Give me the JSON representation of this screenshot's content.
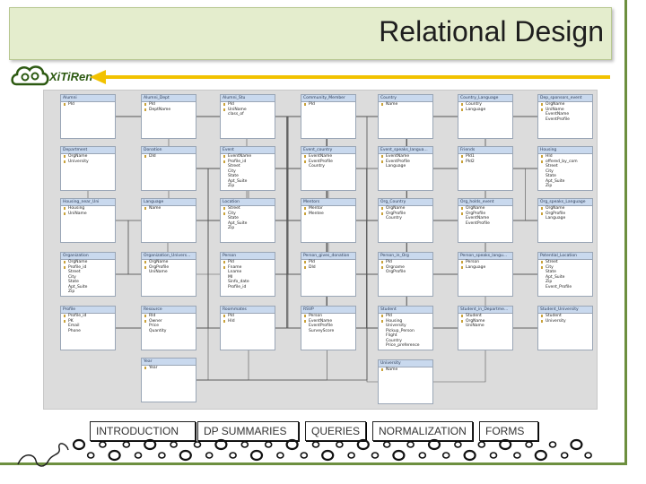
{
  "title": "Relational Design",
  "logo": {
    "text": "XiTiRen"
  },
  "tables": [
    {
      "name": "Alumni",
      "fields": [
        "PId"
      ]
    },
    {
      "name": "Alumni_Dept",
      "fields": [
        "PId",
        "DeptName"
      ]
    },
    {
      "name": "Alumni_Stu",
      "fields": [
        "PId",
        "UniName",
        "class_of"
      ]
    },
    {
      "name": "Community_Member",
      "fields": [
        "PId"
      ]
    },
    {
      "name": "Country",
      "fields": [
        "Name"
      ]
    },
    {
      "name": "Country_Language",
      "fields": [
        "Country",
        "Language"
      ]
    },
    {
      "name": "Dep_sponsors_event",
      "fields": [
        "OrgName",
        "UniName",
        "EventName",
        "EventProfile"
      ]
    },
    {
      "name": "Department",
      "fields": [
        "OrgName",
        "University"
      ]
    },
    {
      "name": "Donation",
      "fields": [
        "DId"
      ]
    },
    {
      "name": "Event",
      "fields": [
        "EventName",
        "Profile_id",
        "Street",
        "City",
        "State",
        "Apt_Suite",
        "Zip"
      ]
    },
    {
      "name": "Event_country",
      "fields": [
        "EventName",
        "EventProfile",
        "Country"
      ]
    },
    {
      "name": "Event_speaks_langua...",
      "fields": [
        "EventName",
        "EventProfile",
        "Language"
      ]
    },
    {
      "name": "Friends",
      "fields": [
        "PId1",
        "PId2"
      ]
    },
    {
      "name": "Housing",
      "fields": [
        "HId",
        "offered_by_com",
        "Street",
        "City",
        "State",
        "Apt_Suite",
        "Zip"
      ]
    },
    {
      "name": "Housing_near_Uni",
      "fields": [
        "Housing",
        "UniName"
      ]
    },
    {
      "name": "Language",
      "fields": [
        "Name"
      ]
    },
    {
      "name": "Location",
      "fields": [
        "Street",
        "City",
        "State",
        "Apt_Suite",
        "Zip"
      ]
    },
    {
      "name": "Mentors",
      "fields": [
        "Mentor",
        "Mentee"
      ]
    },
    {
      "name": "Org_Country",
      "fields": [
        "OrgName",
        "OrgProfile",
        "Country"
      ]
    },
    {
      "name": "Org_holds_event",
      "fields": [
        "OrgName",
        "OrgProfile",
        "EventName",
        "EventProfile"
      ]
    },
    {
      "name": "Org_speaks_Language",
      "fields": [
        "OrgName",
        "OrgProfile",
        "Language"
      ]
    },
    {
      "name": "Organization",
      "fields": [
        "OrgName",
        "Profile_id",
        "Street",
        "City",
        "State",
        "Apt_Suite",
        "Zip"
      ]
    },
    {
      "name": "Organization_Univers...",
      "fields": [
        "OrgName",
        "OrgProfile",
        "UniName"
      ]
    },
    {
      "name": "Person",
      "fields": [
        "PId",
        "Fname",
        "Lname",
        "MI",
        "Sinfo_date",
        "Profile_id"
      ]
    },
    {
      "name": "Person_gives_donation",
      "fields": [
        "PId",
        "DId"
      ]
    },
    {
      "name": "Person_in_Org",
      "fields": [
        "PId",
        "Orgname",
        "OrgProfile"
      ]
    },
    {
      "name": "Person_speaks_langu...",
      "fields": [
        "Person",
        "Language"
      ]
    },
    {
      "name": "Potential_Location",
      "fields": [
        "Street",
        "City",
        "State",
        "Apt_Suite",
        "Zip",
        "Event_Profile"
      ]
    },
    {
      "name": "Profile",
      "fields": [
        "Profile_id",
        "PK",
        "Email",
        "Phone"
      ]
    },
    {
      "name": "Resource",
      "fields": [
        "RId",
        "Owner",
        "Price",
        "Quantity"
      ]
    },
    {
      "name": "Roommates",
      "fields": [
        "PId",
        "HId"
      ]
    },
    {
      "name": "RSVP",
      "fields": [
        "Person",
        "EventName",
        "EventProfile",
        "SurveyScore"
      ]
    },
    {
      "name": "Student",
      "fields": [
        "PId",
        "Housing",
        "University",
        "Pickup_Person",
        "Flight",
        "Country",
        "Price_preference"
      ]
    },
    {
      "name": "Student_in_Departme...",
      "fields": [
        "Student",
        "OrgName",
        "UniName"
      ]
    },
    {
      "name": "Student_University",
      "fields": [
        "Student",
        "University"
      ]
    },
    {
      "name": "Year",
      "fields": [
        "Year"
      ]
    },
    {
      "name": "University",
      "fields": [
        "Name"
      ]
    }
  ],
  "nav": [
    {
      "label": "INTRODUCTION"
    },
    {
      "label": "DP SUMMARIES"
    },
    {
      "label": "QUERIES"
    },
    {
      "label": "NORMALIZATION"
    },
    {
      "label": "FORMS"
    }
  ],
  "colors": {
    "accent": "#f2c200",
    "frame": "#6d8f3f",
    "title_bg": "#e4edcd",
    "logo": "#2d5a12"
  }
}
